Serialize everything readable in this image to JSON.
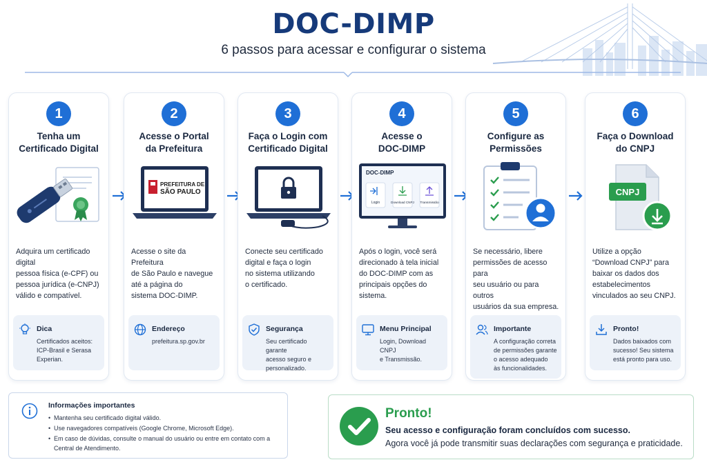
{
  "header": {
    "title": "DOC-DIMP",
    "subtitle": "6 passos para acessar e configurar o sistema"
  },
  "colors": {
    "primary": "#1f6fd6",
    "title": "#163a7a",
    "success": "#2a9d4e",
    "tip_bg": "#edf2f9"
  },
  "steps": [
    {
      "number": "1",
      "title_l1": "Tenha um",
      "title_l2": "Certificado Digital",
      "illustration": "usb-token-and-certificate",
      "desc": [
        "Adquira um certificado digital",
        "pessoa física (e-CPF) ou",
        "pessoa jurídica (e-CNPJ)",
        "válido e compatível."
      ],
      "tip": {
        "icon": "lightbulb-icon",
        "head": "Dica",
        "body": [
          "Certificados aceitos:",
          "ICP-Brasil e Serasa",
          "Experian."
        ]
      }
    },
    {
      "number": "2",
      "title_l1": "Acesse o Portal",
      "title_l2": "da Prefeitura",
      "illustration": "laptop-prefeitura",
      "screen_l1": "PREFEITURA DE",
      "screen_l2": "SÃO PAULO",
      "desc": [
        "Acesse o site da Prefeitura",
        "de São Paulo e navegue",
        "até a página do",
        "sistema DOC-DIMP."
      ],
      "tip": {
        "icon": "globe-icon",
        "head": "Endereço",
        "body": [
          "prefeitura.sp.gov.br"
        ]
      }
    },
    {
      "number": "3",
      "title_l1": "Faça o Login com",
      "title_l2": "Certificado Digital",
      "illustration": "laptop-lock",
      "desc": [
        "Conecte seu certificado",
        "digital e faça o login",
        "no sistema utilizando",
        "o certificado."
      ],
      "tip": {
        "icon": "shield-check-icon",
        "head": "Segurança",
        "body": [
          "Seu certificado garante",
          "acesso seguro e",
          "personalizado."
        ]
      }
    },
    {
      "number": "4",
      "title_l1": "Acesse o",
      "title_l2": "DOC-DIMP",
      "illustration": "monitor-menu",
      "screen_title": "DOC-DIMP",
      "menu": [
        "Login",
        "Download CNPJ",
        "Transmissão"
      ],
      "desc": [
        "Após o login, você será",
        "direcionado à tela inicial",
        "do DOC-DIMP com as",
        "principais opções do",
        "sistema."
      ],
      "tip": {
        "icon": "monitor-icon",
        "head": "Menu Principal",
        "body": [
          "Login, Download CNPJ",
          "e Transmissão."
        ]
      }
    },
    {
      "number": "5",
      "title_l1": "Configure as",
      "title_l2": "Permissões",
      "illustration": "clipboard-user",
      "desc": [
        "Se necessário, libere",
        "permissões de acesso para",
        "seu usuário ou para outros",
        "usuários da sua empresa."
      ],
      "tip": {
        "icon": "users-icon",
        "head": "Importante",
        "body": [
          "A configuração correta",
          "de permissões garante",
          "o acesso adequado",
          "às funcionalidades."
        ]
      }
    },
    {
      "number": "6",
      "title_l1": "Faça o Download",
      "title_l2": "do CNPJ",
      "illustration": "file-cnpj-download",
      "file_label": "CNPJ",
      "desc": [
        "Utilize a opção",
        "“Download CNPJ” para",
        "baixar os dados dos",
        "estabelecimentos",
        "vinculados ao seu CNPJ."
      ],
      "tip": {
        "icon": "download-icon",
        "head": "Pronto!",
        "body": [
          "Dados baixados com",
          "sucesso! Seu sistema",
          "está pronto para uso."
        ]
      }
    }
  ],
  "info": {
    "title": "Informações importantes",
    "items": [
      "Mantenha seu certificado digital válido.",
      "Use navegadores compatíveis (Google Chrome, Microsoft Edge).",
      "Em caso de dúvidas, consulte o manual do usuário ou entre em contato com a Central de Atendimento."
    ]
  },
  "done": {
    "title": "Pronto!",
    "line1": "Seu acesso e configuração foram concluídos com sucesso.",
    "line2": "Agora você já pode transmitir suas declarações com segurança e praticidade."
  }
}
